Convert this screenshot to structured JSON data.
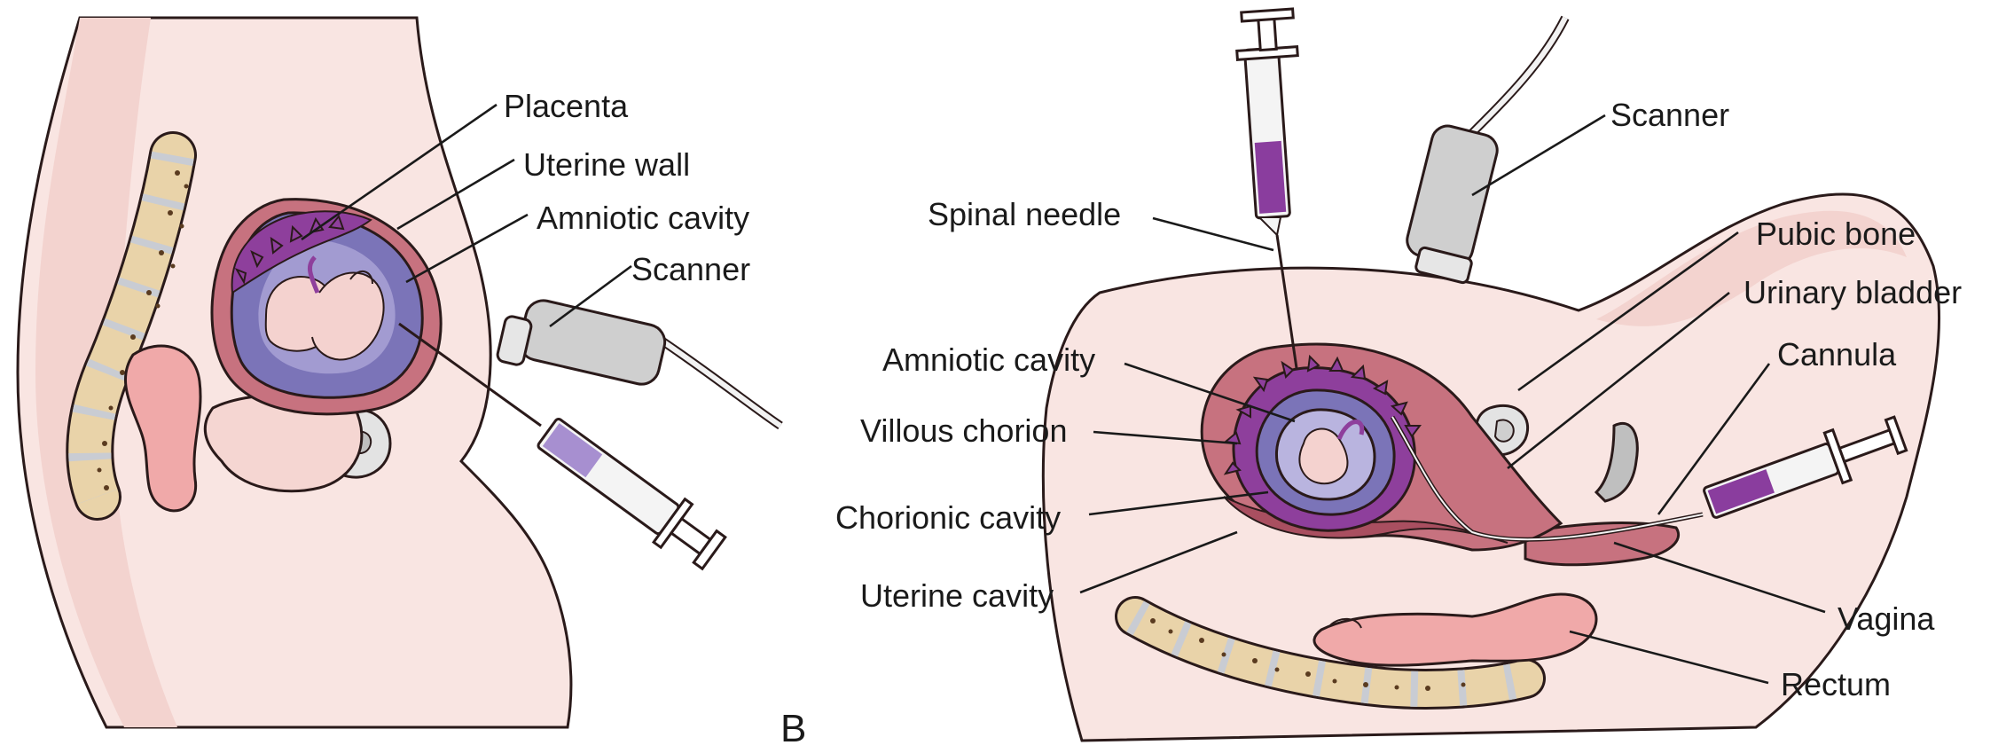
{
  "panel_letter": "B",
  "labels_left": {
    "placenta": "Placenta",
    "uterine_wall": "Uterine wall",
    "amniotic_cavity": "Amniotic cavity",
    "scanner": "Scanner"
  },
  "labels_right": {
    "scanner": "Scanner",
    "spinal_needle": "Spinal needle",
    "pubic_bone": "Pubic bone",
    "urinary_bladder": "Urinary bladder",
    "cannula": "Cannula",
    "amniotic_cavity": "Amniotic cavity",
    "villous_chorion": "Villous chorion",
    "chorionic_cavity": "Chorionic cavity",
    "uterine_cavity": "Uterine cavity",
    "vagina": "Vagina",
    "rectum": "Rectum"
  },
  "colors": {
    "skin": "#f7dfdc",
    "skin_shadow": "#eecac6",
    "uterus": "#c7727f",
    "uterus_dark": "#a94f60",
    "placenta": "#8e3f9c",
    "amnion": "#7b74b8",
    "amnion_light": "#b9b4df",
    "fetus": "#f4d2cf",
    "bone": "#e9d3a9",
    "bone_dots": "#5a3b20",
    "disc": "#c9ccd3",
    "device": "#cfcfcf",
    "syringe_fluid": "#8a3d9e",
    "pubic": "#bfbfbf"
  }
}
